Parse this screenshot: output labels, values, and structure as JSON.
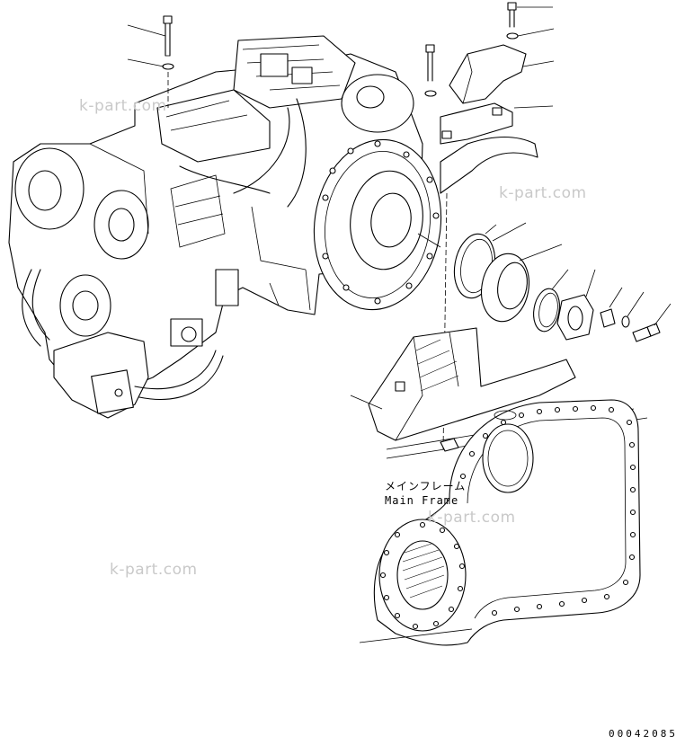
{
  "labels": {
    "main_frame_jp": "メインフレーム",
    "main_frame_en": "Main Frame"
  },
  "watermarks": [
    "k-part.com",
    "k-part.com",
    "k-part.com",
    "k-part.com"
  ],
  "drawing_number": "00042085",
  "colors": {
    "line": "#000000",
    "background": "#ffffff",
    "watermark": "#c9c9c9"
  }
}
